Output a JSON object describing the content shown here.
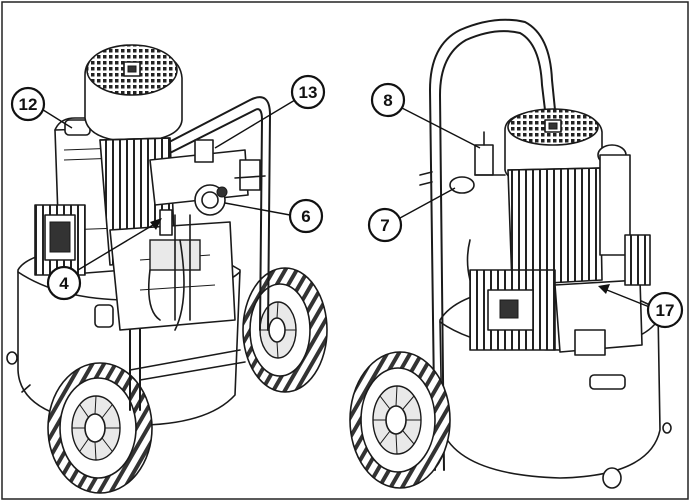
{
  "callouts": [
    {
      "id": "c12",
      "label": "12"
    },
    {
      "id": "c13",
      "label": "13"
    },
    {
      "id": "c6",
      "label": "6"
    },
    {
      "id": "c4",
      "label": "4"
    },
    {
      "id": "c8",
      "label": "8"
    },
    {
      "id": "c7",
      "label": "7"
    },
    {
      "id": "c17",
      "label": "17"
    }
  ]
}
